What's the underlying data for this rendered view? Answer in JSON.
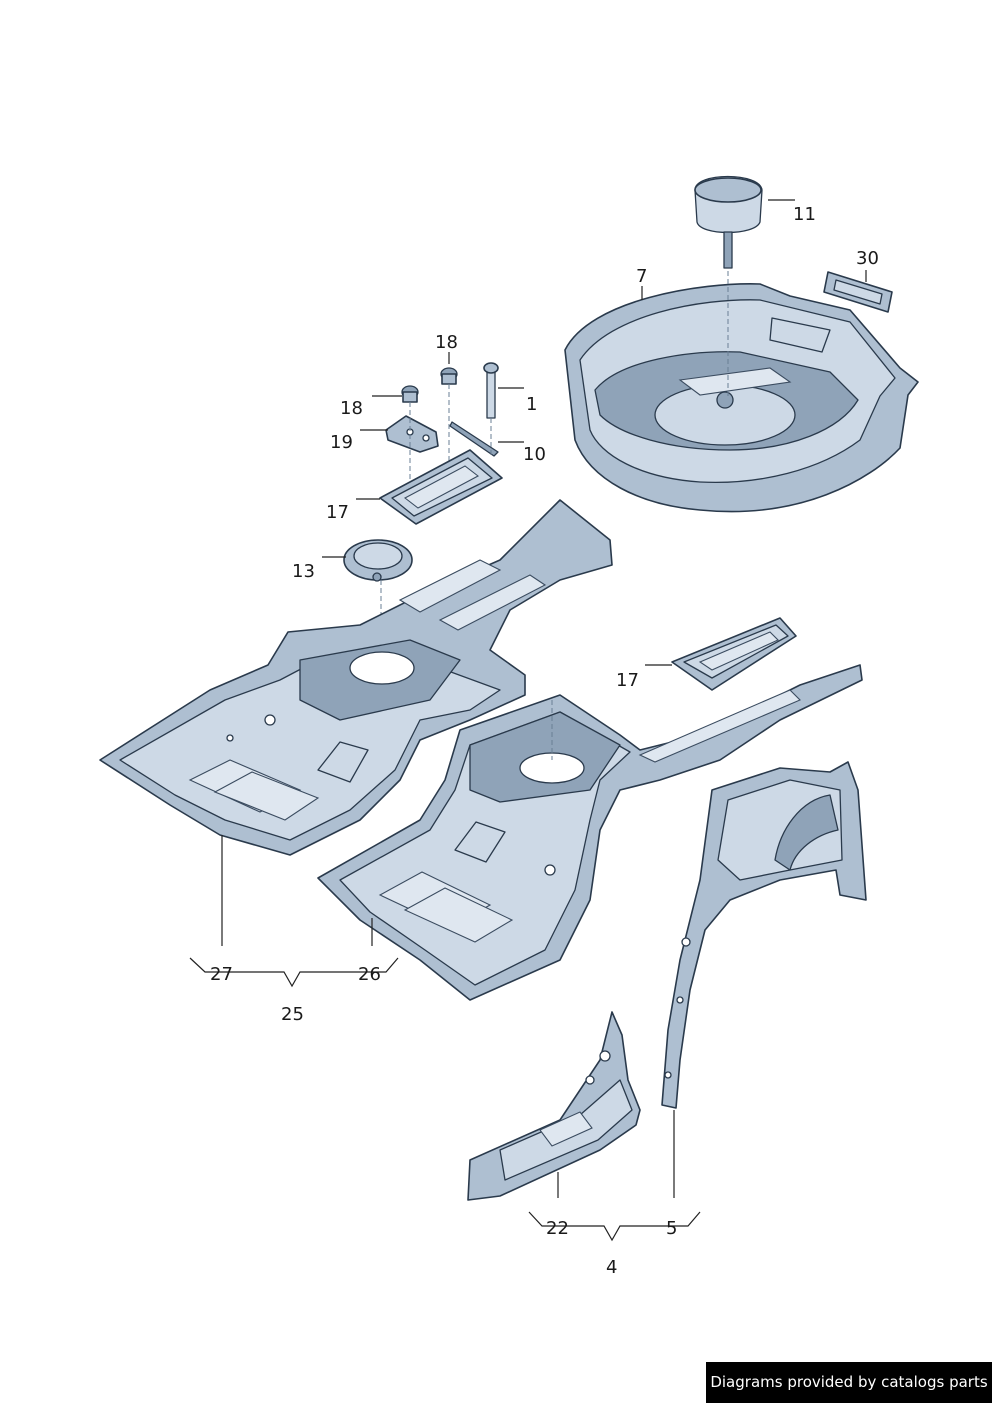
{
  "callouts": {
    "c1": "1",
    "c4": "4",
    "c5": "5",
    "c7": "7",
    "c10": "10",
    "c11": "11",
    "c13": "13",
    "c17a": "17",
    "c17b": "17",
    "c18a": "18",
    "c18b": "18",
    "c19": "19",
    "c22": "22",
    "c25": "25",
    "c26": "26",
    "c27": "27",
    "c30": "30"
  },
  "footer": {
    "text": "Diagrams provided by catalogs parts"
  },
  "colors": {
    "part_fill": "#aebfd1",
    "part_stroke": "#2a3a4c",
    "footer_bg": "#000000"
  }
}
